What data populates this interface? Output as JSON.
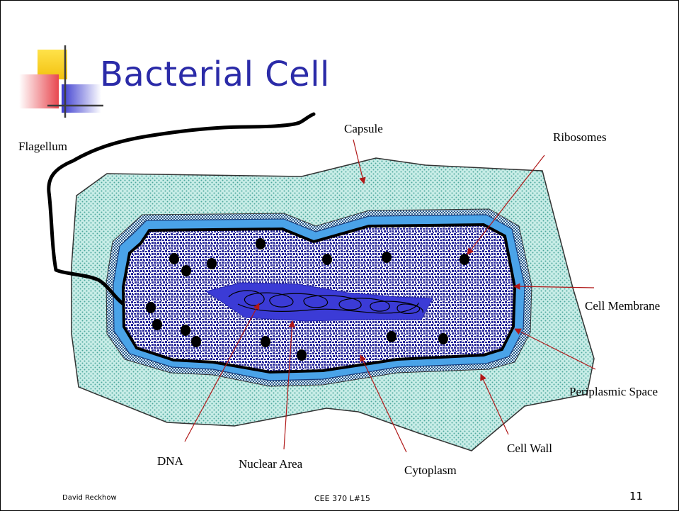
{
  "slide": {
    "title": "Bacterial Cell",
    "footer_author": "David Reckhow",
    "footer_course": "CEE 370 L#15",
    "page_number": "11"
  },
  "diagram": {
    "labels": {
      "flagellum": "Flagellum",
      "capsule": "Capsule",
      "ribosomes": "Ribosomes",
      "cell_membrane": "Cell Membrane",
      "periplasmic_space": "Periplasmic Space",
      "cell_wall": "Cell Wall",
      "cytoplasm": "Cytoplasm",
      "nuclear_area": "Nuclear Area",
      "dna": "DNA"
    }
  },
  "colors": {
    "title": "#2b2ba8",
    "capsule": "#9fd8cf",
    "periplasm": "#4aa3e8",
    "cytoplasm": "#2a2a9a",
    "nuclear_area": "#3b3bd6",
    "arrow": "#b01818",
    "logo_yellow": "#f5cf23",
    "logo_red": "#e8474f",
    "logo_blue": "#3b3bcf"
  }
}
